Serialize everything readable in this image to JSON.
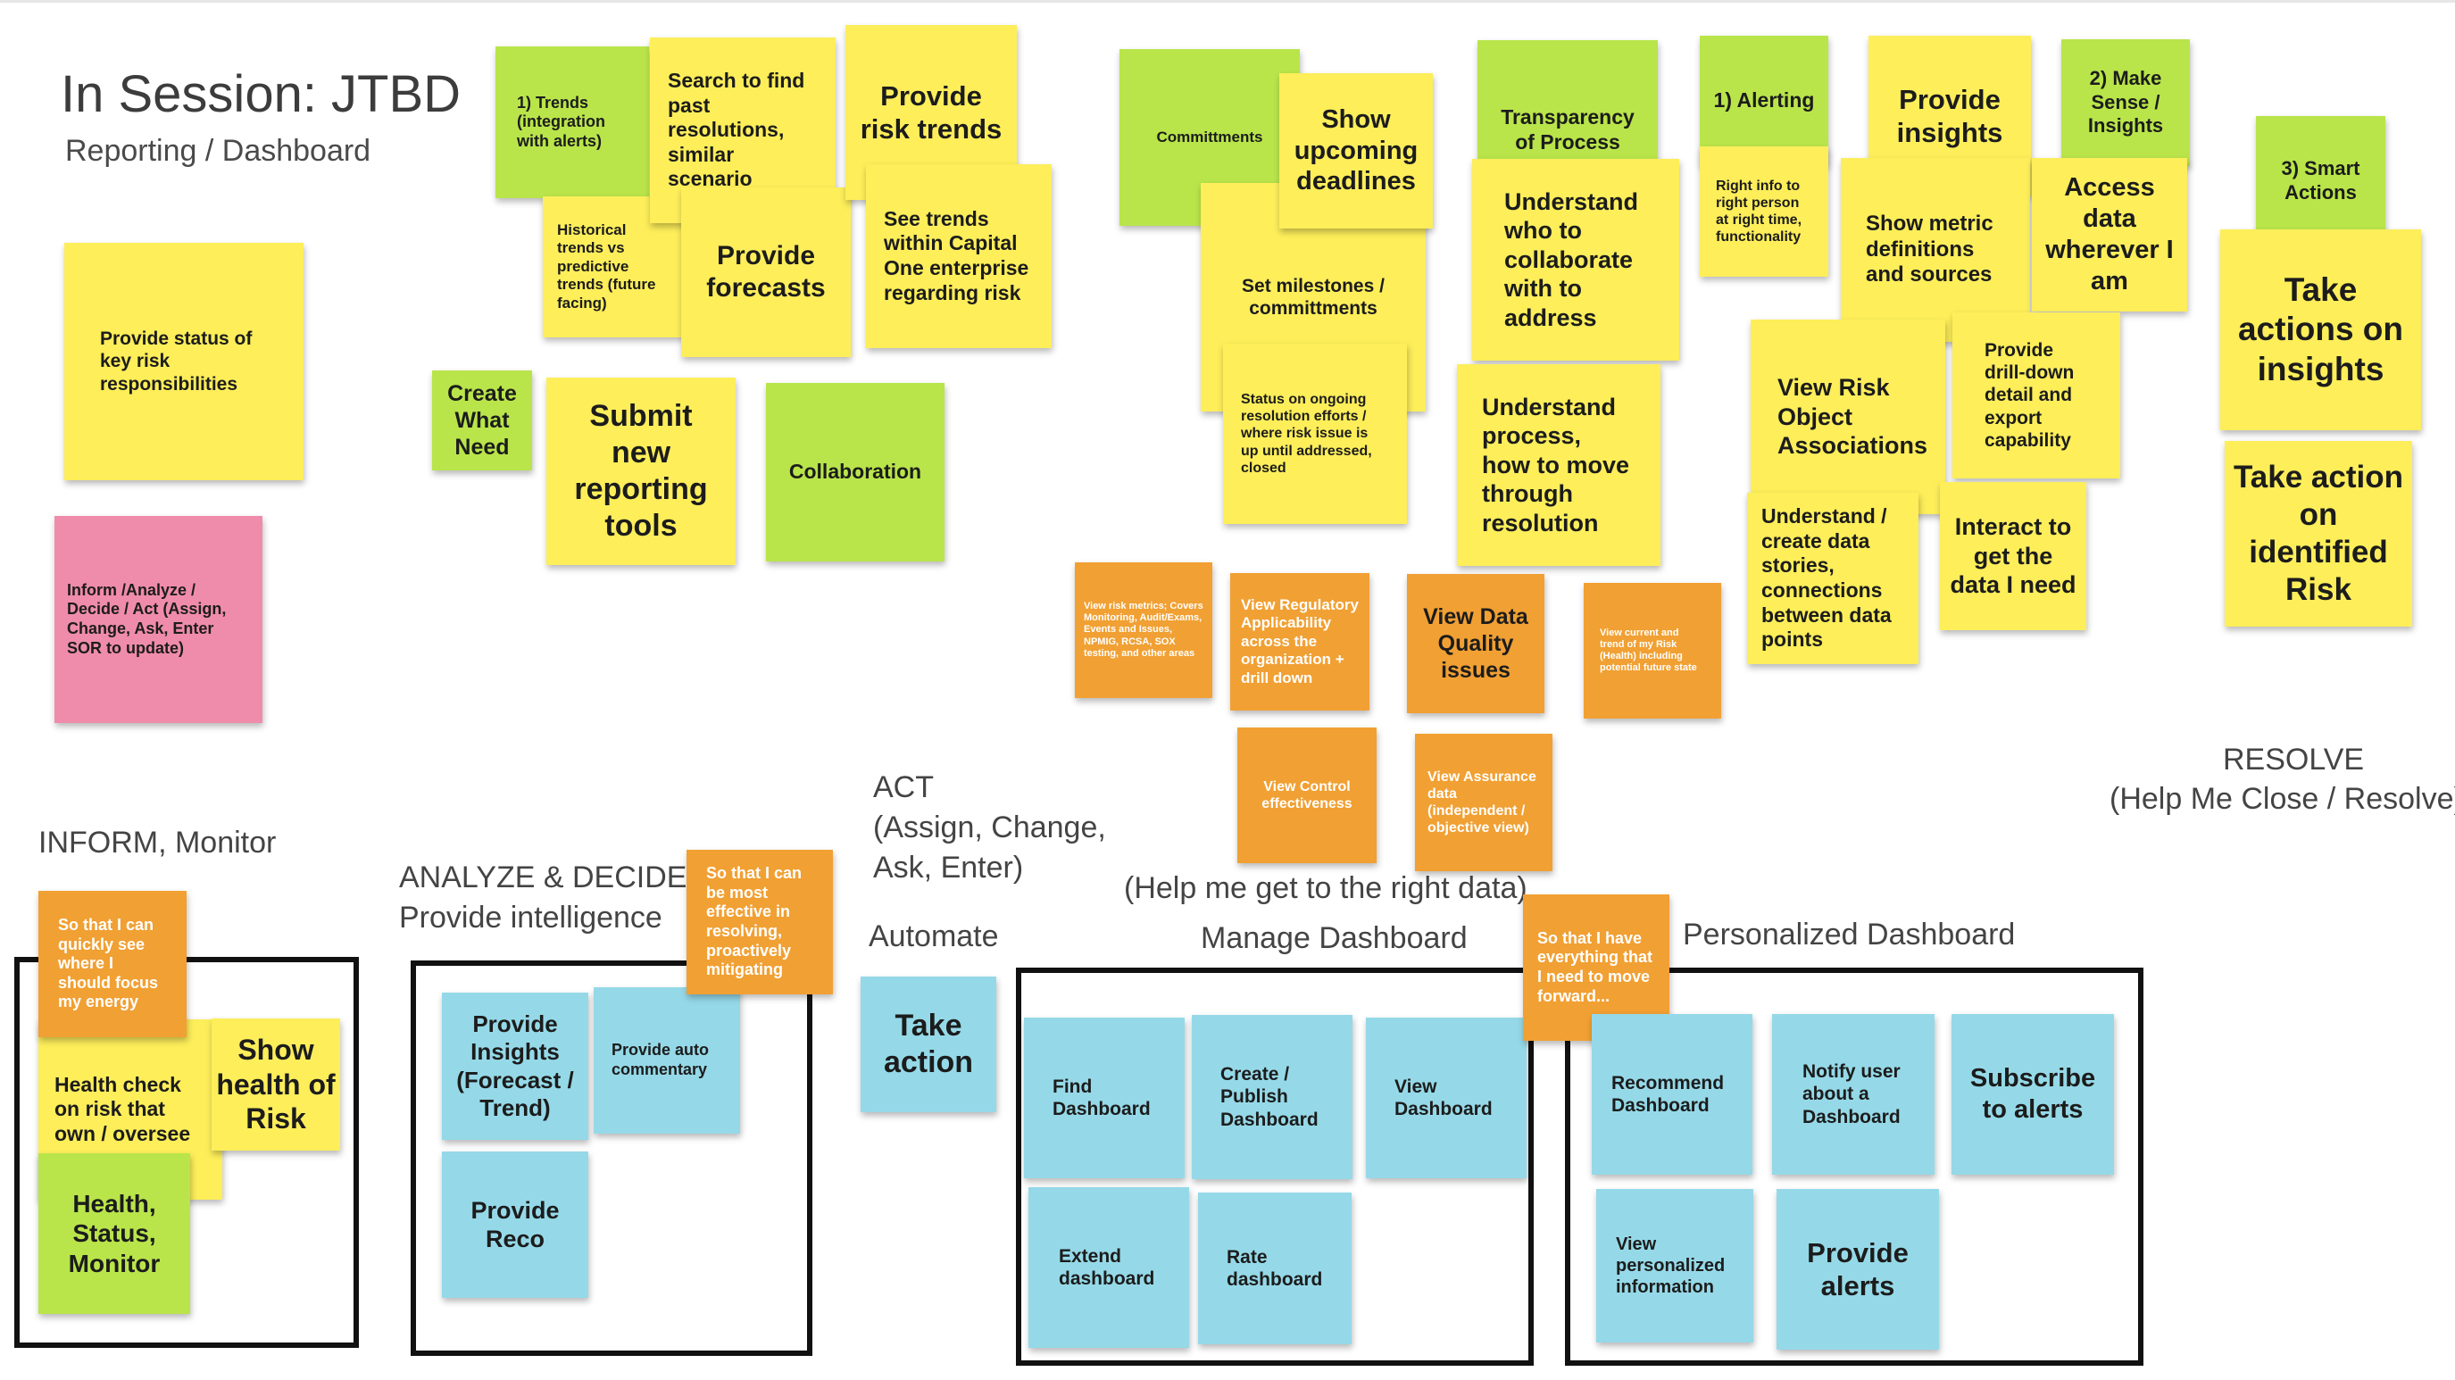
{
  "header": {
    "title": "In Session: JTBD",
    "subtitle": "Reporting / Dashboard"
  },
  "labels": {
    "inform": "INFORM, Monitor",
    "analyze_1": "ANALYZE & DECIDE",
    "analyze_2": "Provide intelligence",
    "act": "ACT\n(Assign, Change,\nAsk, Enter)",
    "automate": "Automate",
    "right_data": "(Help me get to the right data)",
    "manage_dashboard": "Manage Dashboard",
    "personalized_dashboard": "Personalized Dashboard",
    "resolve_1": "RESOLVE",
    "resolve_2": "(Help Me Close / Resolve)"
  },
  "stickies": {
    "provide_status": "Provide status of key risk responsibilities",
    "inform_analyze": "Inform  /Analyze / Decide / Act (Assign, Change, Ask, Enter SOR to update)",
    "trends": "1) Trends (integration with alerts)",
    "search_past": "Search to find past resolutions, similar scenario",
    "provide_risk_trends": "Provide risk trends",
    "historical_trends": "Historical trends vs predictive trends (future facing)",
    "provide_forecasts": "Provide forecasts",
    "see_trends_capital_one": "See trends within Capital One enterprise regarding risk",
    "create_what_need": "Create What Need",
    "submit_reporting": "Submit new reporting tools",
    "collaboration": "Collaboration",
    "committments": "Committments",
    "show_deadlines": "Show upcoming deadlines",
    "set_milestones": "Set milestones / committments",
    "status_ongoing": "Status on ongoing resolution efforts / where risk issue is up until addressed, closed",
    "transparency": "Transparency of Process",
    "understand_who": "Understand who to collaborate with to address",
    "understand_process": "Understand process, how to move through resolution",
    "alerting": "1) Alerting",
    "right_info": "Right info to right person at right time, functionality",
    "provide_insights": "Provide insights",
    "make_sense": "2) Make Sense / Insights",
    "show_metric": "Show metric definitions and sources",
    "access_data": "Access data wherever I am",
    "view_risk_object": "View Risk Object Associations",
    "drill_down": "Provide drill-down detail and export capability",
    "understand_data_stories": "Understand / create data stories, connections between data points",
    "interact_data": "Interact to get the data I need",
    "smart_actions": "3) Smart Actions",
    "take_actions_insights": "Take actions on insights",
    "take_action_risk": "Take action on identified Risk",
    "view_risk_metrics": "View risk metrics; Covers Monitoring, Audit/Exams, Events and Issues, NPMIG, RCSA, SOX testing, and other areas",
    "view_regulatory": "View Regulatory Applicability across the organization + drill down",
    "view_data_quality": "View Data Quality issues",
    "view_current_trend": "View current and trend of my Risk (Health) including potential future state",
    "view_control": "View Control effectiveness",
    "view_assurance": "View Assurance data (independent / objective view)",
    "so_that_focus": "So that I can quickly see where I should focus my energy",
    "health_check": "Health check on risk that own / oversee",
    "show_health": "Show health of Risk",
    "health_status": "Health, Status, Monitor",
    "so_that_effective": "So that I can be most effective in resolving, proactively mitigating",
    "provide_insights_forecast": "Provide Insights (Forecast / Trend)",
    "provide_auto_commentary": "Provide auto commentary",
    "provide_reco": "Provide Reco",
    "take_action": "Take action",
    "find_dashboard": "Find Dashboard",
    "create_publish": "Create / Publish Dashboard",
    "view_dashboard": "View Dashboard",
    "extend_dashboard": "Extend dashboard",
    "rate_dashboard": "Rate dashboard",
    "so_that_everything": "So that I have everything that I need to move forward...",
    "recommend_dashboard": "Recommend Dashboard",
    "notify_user": "Notify user about a Dashboard",
    "subscribe_alerts": "Subscribe to alerts",
    "view_personalized": "View personalized information",
    "provide_alerts": "Provide alerts"
  },
  "colors": {
    "yellow": "#fdee5a",
    "green": "#b9e54a",
    "orange": "#f1a033",
    "pink": "#f08cab",
    "blue": "#95d9e8"
  }
}
